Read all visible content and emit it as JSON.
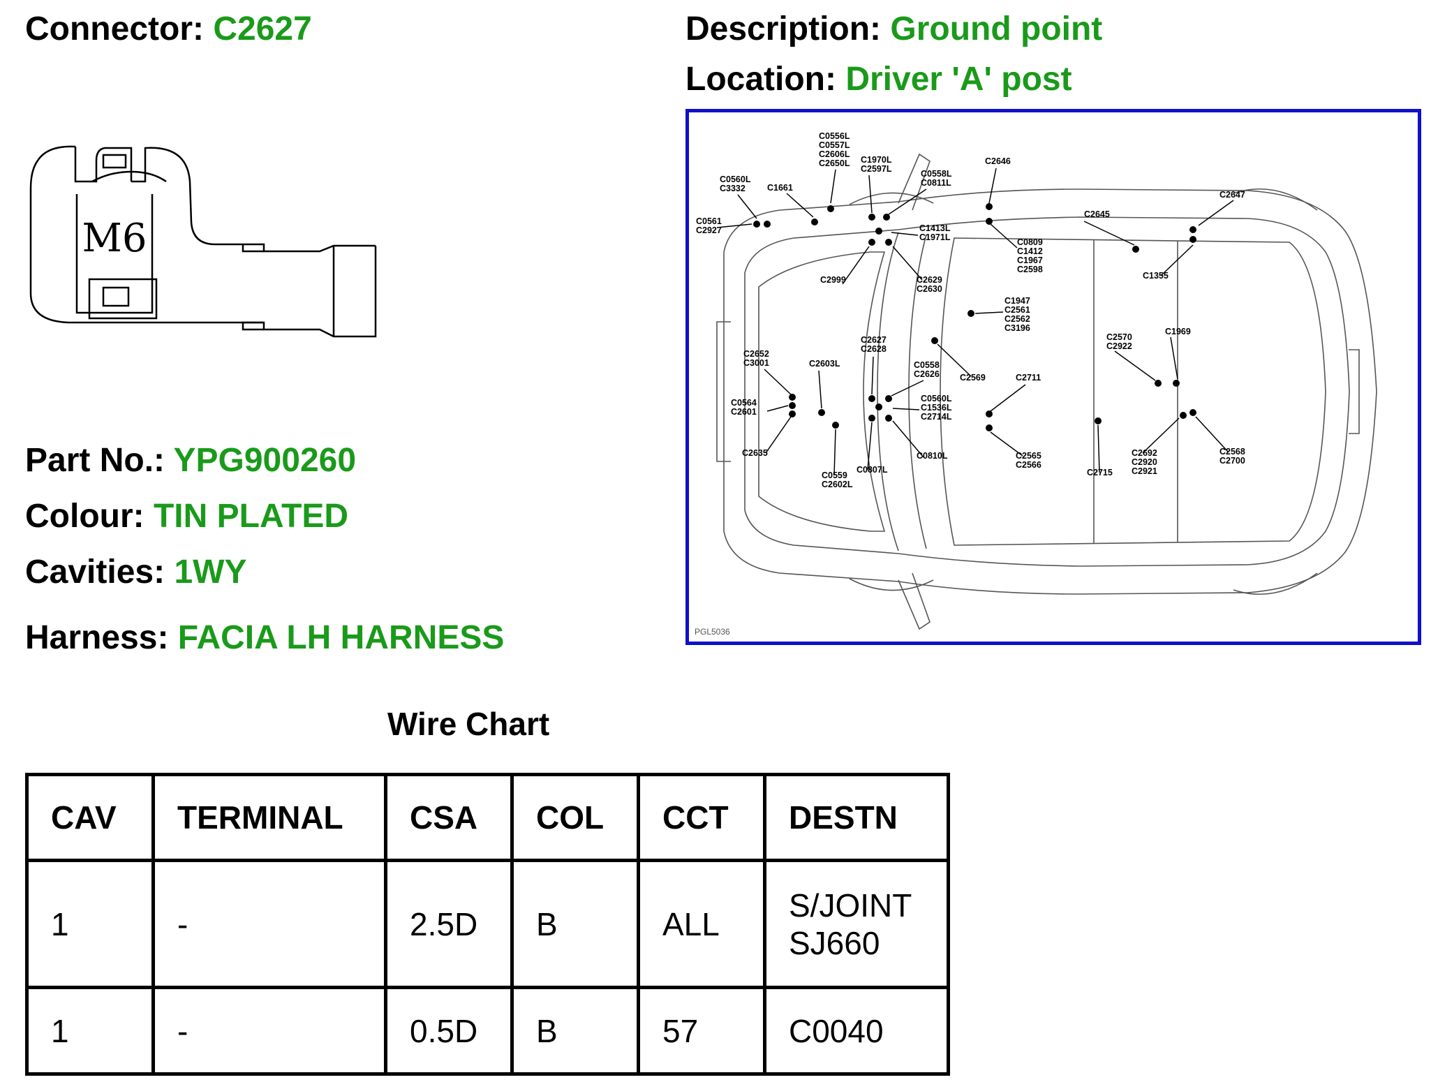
{
  "connector": {
    "label": "Connector:",
    "value": "C2627"
  },
  "description": {
    "label": "Description:",
    "value": "Ground point"
  },
  "location": {
    "label": "Location:",
    "value": "Driver 'A' post"
  },
  "part_no": {
    "label": "Part No.:",
    "value": "YPG900260"
  },
  "colour": {
    "label": "Colour:",
    "value": "TIN PLATED"
  },
  "cavities": {
    "label": "Cavities:",
    "value": "1WY"
  },
  "harness": {
    "label": "Harness:",
    "value": "FACIA LH HARNESS"
  },
  "connector_drawing": {
    "stud_label": "M6"
  },
  "location_diagram": {
    "reference": "PGL5036",
    "labels": [
      "C0556L",
      "C0557L",
      "C2606L",
      "C2650L",
      "C1970L",
      "C2597L",
      "C0558L",
      "C0811L",
      "C2646",
      "C0560L",
      "C3332",
      "C1661",
      "C2647",
      "C0561",
      "C2927",
      "C1413L",
      "C1971L",
      "C2645",
      "C0809",
      "C1412",
      "C1967",
      "C2598",
      "C1355",
      "C2999",
      "C2629",
      "C2630",
      "C1947",
      "C2561",
      "C2562",
      "C3196",
      "C1969",
      "C2627",
      "C2628",
      "C2570",
      "C2922",
      "C2652",
      "C3001",
      "C2603L",
      "C0558",
      "C2626",
      "C2569",
      "C2711",
      "C0564",
      "C2601",
      "C0560L",
      "C1536L",
      "C2714L",
      "C2635",
      "C0810L",
      "C2565",
      "C2566",
      "C2692",
      "C2920",
      "C2921",
      "C2568",
      "C2700",
      "C0559",
      "C2602L",
      "C0807L",
      "C2715"
    ]
  },
  "wire_chart": {
    "title": "Wire Chart",
    "headers": [
      "CAV",
      "TERMINAL",
      "CSA",
      "COL",
      "CCT",
      "DESTN"
    ],
    "rows": [
      {
        "cav": "1",
        "terminal": "-",
        "csa": "2.5D",
        "col": "B",
        "cct": "ALL",
        "destn_line1": "S/JOINT",
        "destn_line2": "SJ660"
      },
      {
        "cav": "1",
        "terminal": "-",
        "csa": "0.5D",
        "col": "B",
        "cct": "57",
        "destn_line1": "C0040",
        "destn_line2": ""
      }
    ]
  },
  "colors": {
    "value_green": "#1a9a1a",
    "frame_blue": "#1010c8"
  }
}
